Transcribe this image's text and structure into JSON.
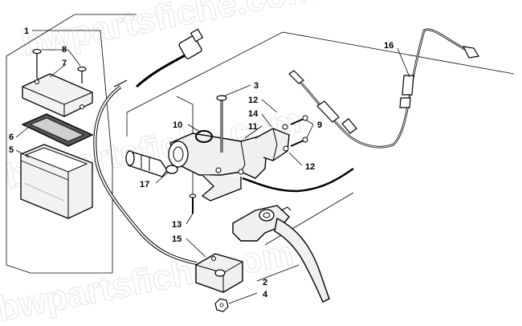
{
  "watermark": {
    "text": "bwpartsfiche.com"
  },
  "callouts": {
    "c1": "1",
    "c2": "2",
    "c3": "3",
    "c4": "4",
    "c5": "5",
    "c6": "6",
    "c7": "7",
    "c8": "8",
    "c9": "9",
    "c10": "10",
    "c11": "11",
    "c12a": "12",
    "c12b": "12",
    "c13": "13",
    "c14": "14",
    "c15": "15",
    "c16": "16",
    "c17": "17"
  }
}
